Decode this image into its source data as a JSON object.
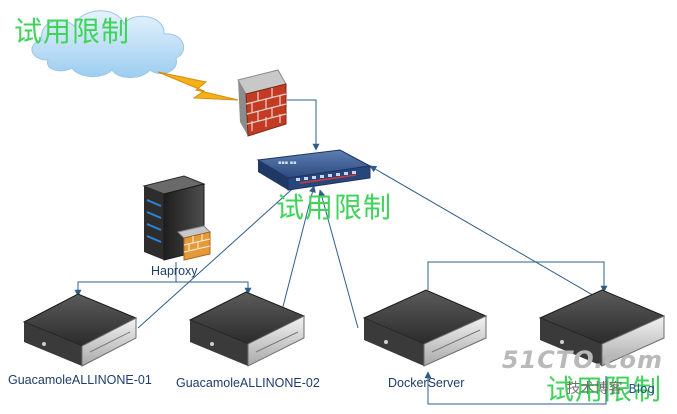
{
  "watermarks": {
    "top_left": "试用限制",
    "center": "试用限制",
    "bottom_right": "试用限制"
  },
  "nodes": {
    "haproxy": "Haproxy",
    "guac1": "GuacamoleALLINONE-01",
    "guac2": "GuacamoleALLINONE-02",
    "docker": "DockerServer"
  },
  "site": {
    "logo": "51CTO.com",
    "subtitle": "技术博客",
    "blog": "Blog"
  },
  "colors": {
    "watermark": "#3fd35a",
    "connector": "#2f5d8a"
  },
  "edges": [
    {
      "from": "firewall",
      "to": "router",
      "label": ""
    },
    {
      "from": "guac1",
      "to": "router",
      "label": ""
    },
    {
      "from": "guac2",
      "to": "router",
      "label": ""
    },
    {
      "from": "docker",
      "to": "router",
      "label": ""
    },
    {
      "from": "server4",
      "to": "router",
      "label": ""
    },
    {
      "from": "haproxy",
      "to": "guac1",
      "label": ""
    },
    {
      "from": "haproxy",
      "to": "guac2",
      "label": ""
    },
    {
      "from": "docker",
      "to": "server4",
      "label": ""
    }
  ]
}
